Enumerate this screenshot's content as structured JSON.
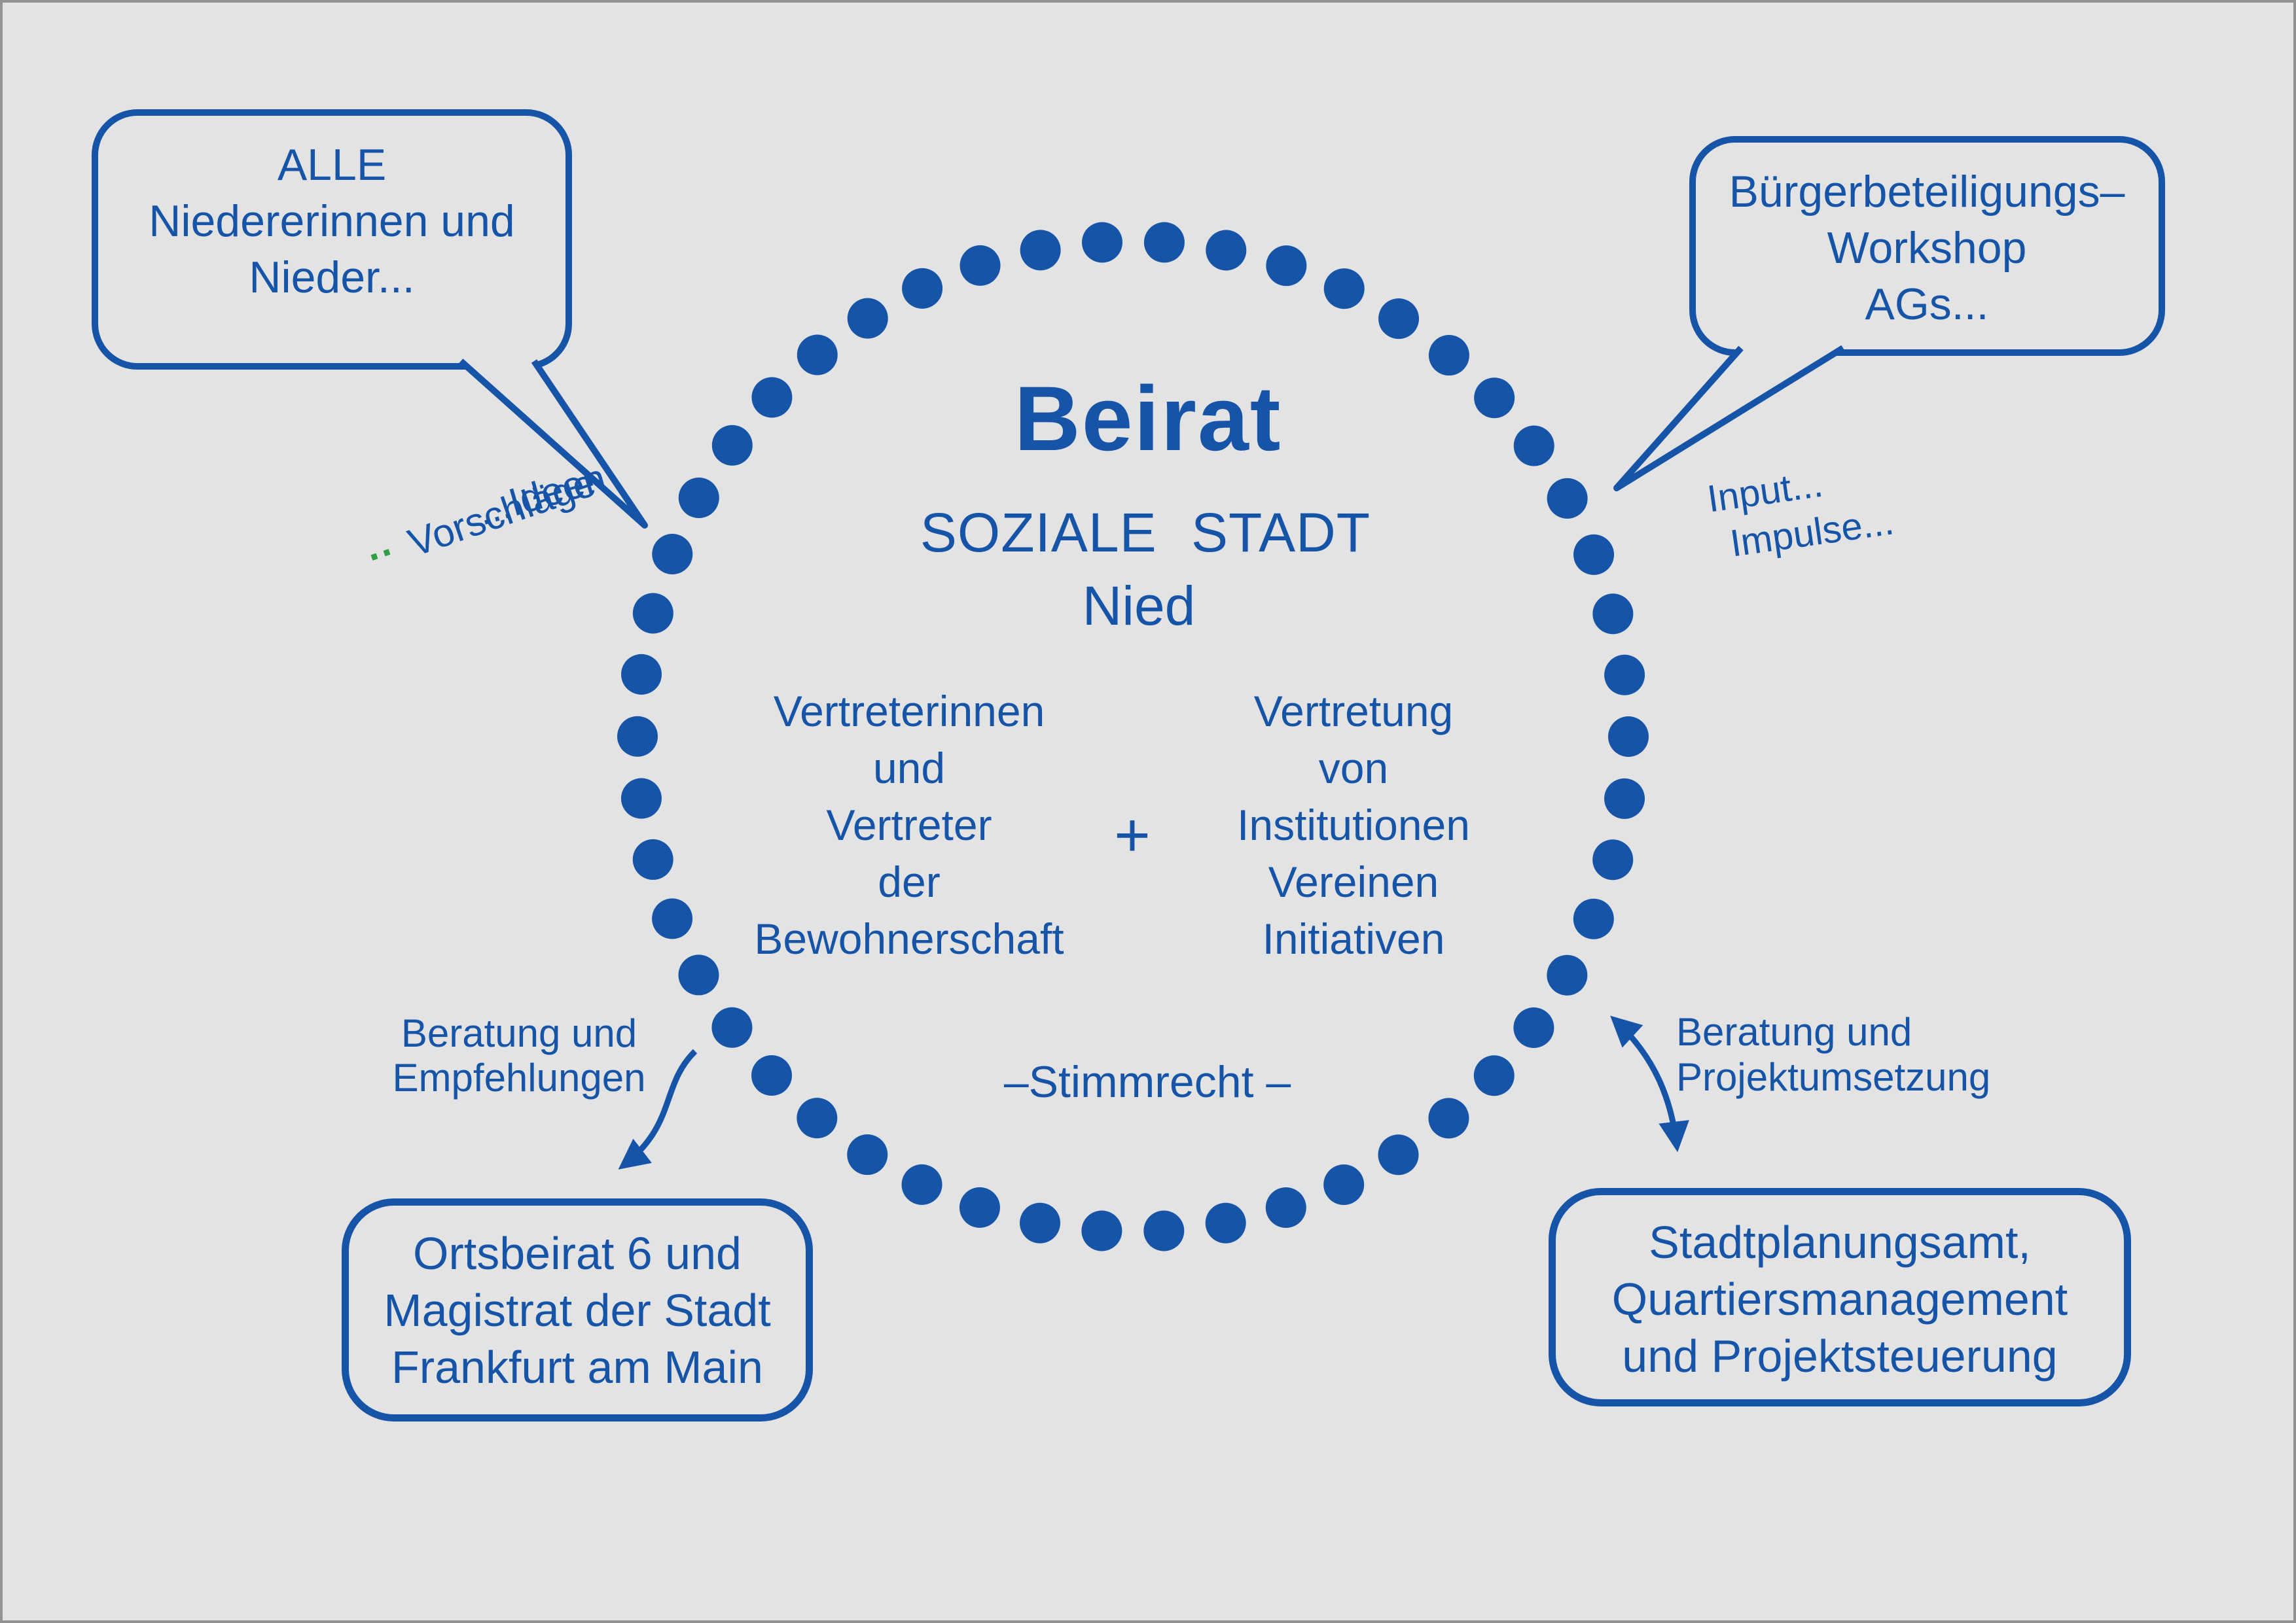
{
  "colors": {
    "accent": "#1654a8",
    "background": "#e3e3e3",
    "green_mark": "#2f9e44",
    "frame": "#929292"
  },
  "circle": {
    "title": "Beirat",
    "subtitle": "SOZIALE STADT",
    "subtitle2": "Nied",
    "left_column": {
      "lines": [
        "Vertreterinnen",
        "und",
        "Vertreter",
        "der",
        "Bewohnerschaft"
      ]
    },
    "plus_sign": "+",
    "right_column": {
      "lines": [
        "Vertretung",
        "von",
        "Institutionen",
        "Vereinen",
        "Initiativen"
      ]
    },
    "voting_note": "–Stimmrecht –"
  },
  "speech_bubbles": {
    "top_left": {
      "lines": [
        "ALLE",
        "Niedererinnen und",
        "Nieder..."
      ]
    },
    "top_right": {
      "lines": [
        "Bürgerbeteiligungs–",
        "Workshop",
        "AGs..."
      ]
    }
  },
  "boxes": {
    "bottom_left": {
      "lines": [
        "Ortsbeirat 6 und",
        "Magistrat der Stadt",
        "Frankfurt am Main"
      ]
    },
    "bottom_right": {
      "lines": [
        "Stadtplanungsamt,",
        "Quartiersmanagement",
        "und Projektsteuerung"
      ]
    }
  },
  "annotations": {
    "ideen": "...Ideen",
    "green_dots": "··",
    "vorschlaege": "Vorschläge",
    "input": "Input...",
    "impulse": "Impulse...",
    "advice_left": {
      "lines": [
        "Beratung und",
        "Empfehlungen"
      ]
    },
    "advice_right": {
      "lines": [
        "Beratung und",
        "Projektumsetzung"
      ]
    }
  }
}
